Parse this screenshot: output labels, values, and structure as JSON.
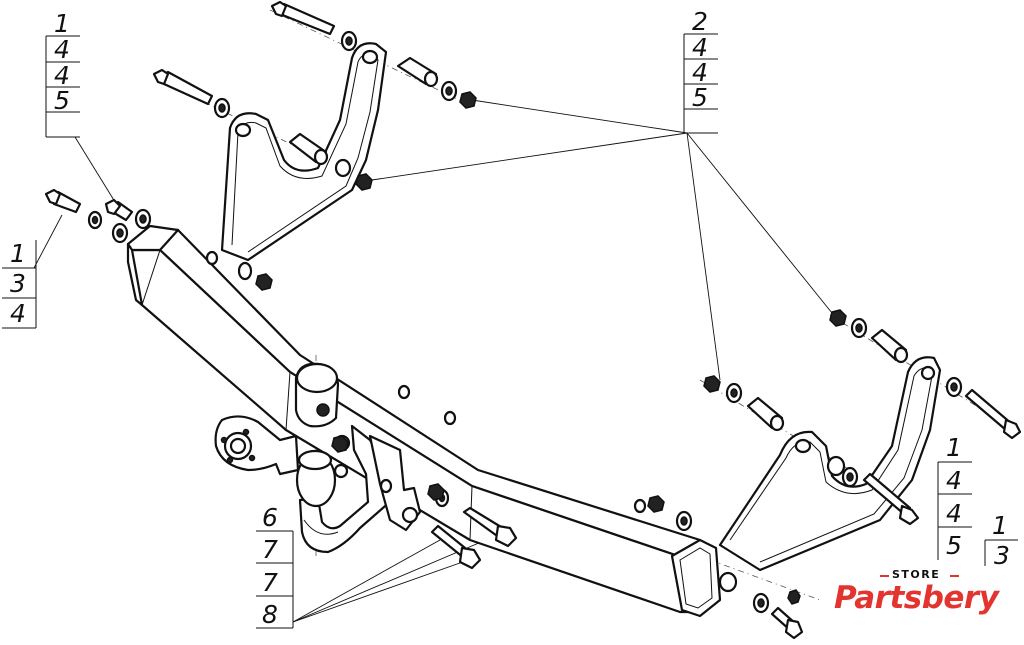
{
  "callouts": {
    "top_left": [
      "1",
      "4",
      "4",
      "5"
    ],
    "mid_left": [
      "1",
      "3",
      "4"
    ],
    "top_right": [
      "2",
      "4",
      "4",
      "5"
    ],
    "bottom_right": [
      "1",
      "4",
      "4",
      "5"
    ],
    "bottom_right_partial": [
      "1",
      "3"
    ],
    "bottom_left": [
      "6",
      "7",
      "7",
      "8"
    ]
  },
  "logo": {
    "store_text": "STORE",
    "brand_text": "Partsbery",
    "brand_color": "#e3342f"
  }
}
